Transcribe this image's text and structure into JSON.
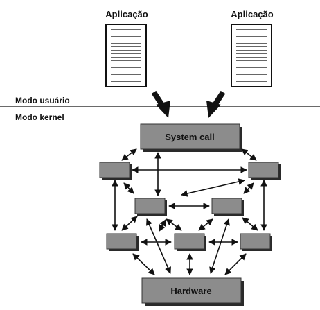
{
  "applications": [
    {
      "label": "Aplicação"
    },
    {
      "label": "Aplicação"
    }
  ],
  "modes": {
    "user": "Modo usuário",
    "kernel": "Modo kernel"
  },
  "system_call": {
    "label": "System call"
  },
  "hardware": {
    "label": "Hardware"
  },
  "colors": {
    "box_fill": "#8c8c8c",
    "box_shadow": "#2a2a2a",
    "line": "#111111",
    "paper": "#ffffff"
  }
}
